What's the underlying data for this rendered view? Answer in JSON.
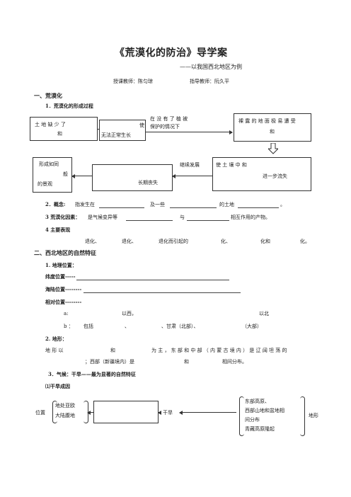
{
  "title": "《荒漠化的防治》导学案",
  "subtitle": "——以我国西北地区为例",
  "teachers": {
    "teacher": "授课教师：陈匀琼",
    "guide": "指导教师：阮久平"
  },
  "section1": {
    "heading": "一、荒漠化",
    "item1": "1．荒漠化的形成过程",
    "flow": {
      "box1_line1": "土 地 缺 少 了",
      "box1_line2": "和",
      "box2_top": "使",
      "box2_text": "无法正常生长",
      "label_protect1": "在 没 有 了 植 被",
      "label_protect2": "保护的情况下",
      "box3_line1": "裸 露 的 地 面 极 易 遭 受",
      "box3_line2": "和",
      "box4_line1": "形成如同",
      "box4_line2": "般",
      "box4_line3": "的景观",
      "box5_text": "长期丧失",
      "label_continue": "继续发展",
      "box6_line1": "使  土  壤  中                和",
      "box6_line2": "进一步流失"
    },
    "item2_label": "2．概念:",
    "item2_a": "指发生在",
    "item2_b": "及一些",
    "item2_c": "的土地",
    "item2_d": "。",
    "item3_label": "3  荒漠化因素：",
    "item3_a": "是气候变异等",
    "item3_b": "与",
    "item3_c": "相互作用的产物。",
    "item4_label": "4 主要表现",
    "item4_a": "退化、",
    "item4_b": "退化、",
    "item4_c": "退化而引起的",
    "item4_d": "化、",
    "item4_e": "化和",
    "item4_f": "化。"
  },
  "section2": {
    "heading": "二、西北地区的自然特征",
    "item1": "1. 地理位置：",
    "lat": "纬度位置-----",
    "sea": "海陆位置--------",
    "rel": "相对位置--------",
    "rel_a_label": "a:",
    "rel_a_1": "以西，",
    "rel_a_2": "以北",
    "rel_b_label": "b ：",
    "rel_b_1": "包括",
    "rel_b_2": "、",
    "rel_b_3": "、甘肃（北部）、",
    "rel_b_4": "（大部）",
    "item2": "2. 地形：",
    "terrain_1": "地 形 以",
    "terrain_2": "和",
    "terrain_3": "为 主 ， 东 部 和 中 部 （ 内 蒙 古 境 内 ） 是 辽 阔 坦 荡 的",
    "terrain_4": "；西部（新疆境内）是",
    "terrain_5": "和",
    "terrain_6": "相间分布。",
    "item3": "3．气候：干旱——最为显著的自然特征",
    "item3_sub": "⑴干旱成因",
    "cause": {
      "position": "位置",
      "pos_1": "地处亚欧",
      "pos_2": "大陆腹地",
      "arid": "干旱",
      "t1": "东部高原、",
      "t2": "西部山地和盆地相",
      "t3": "间分布",
      "t4": "青藏高原隆起",
      "terrain": "地形"
    }
  }
}
